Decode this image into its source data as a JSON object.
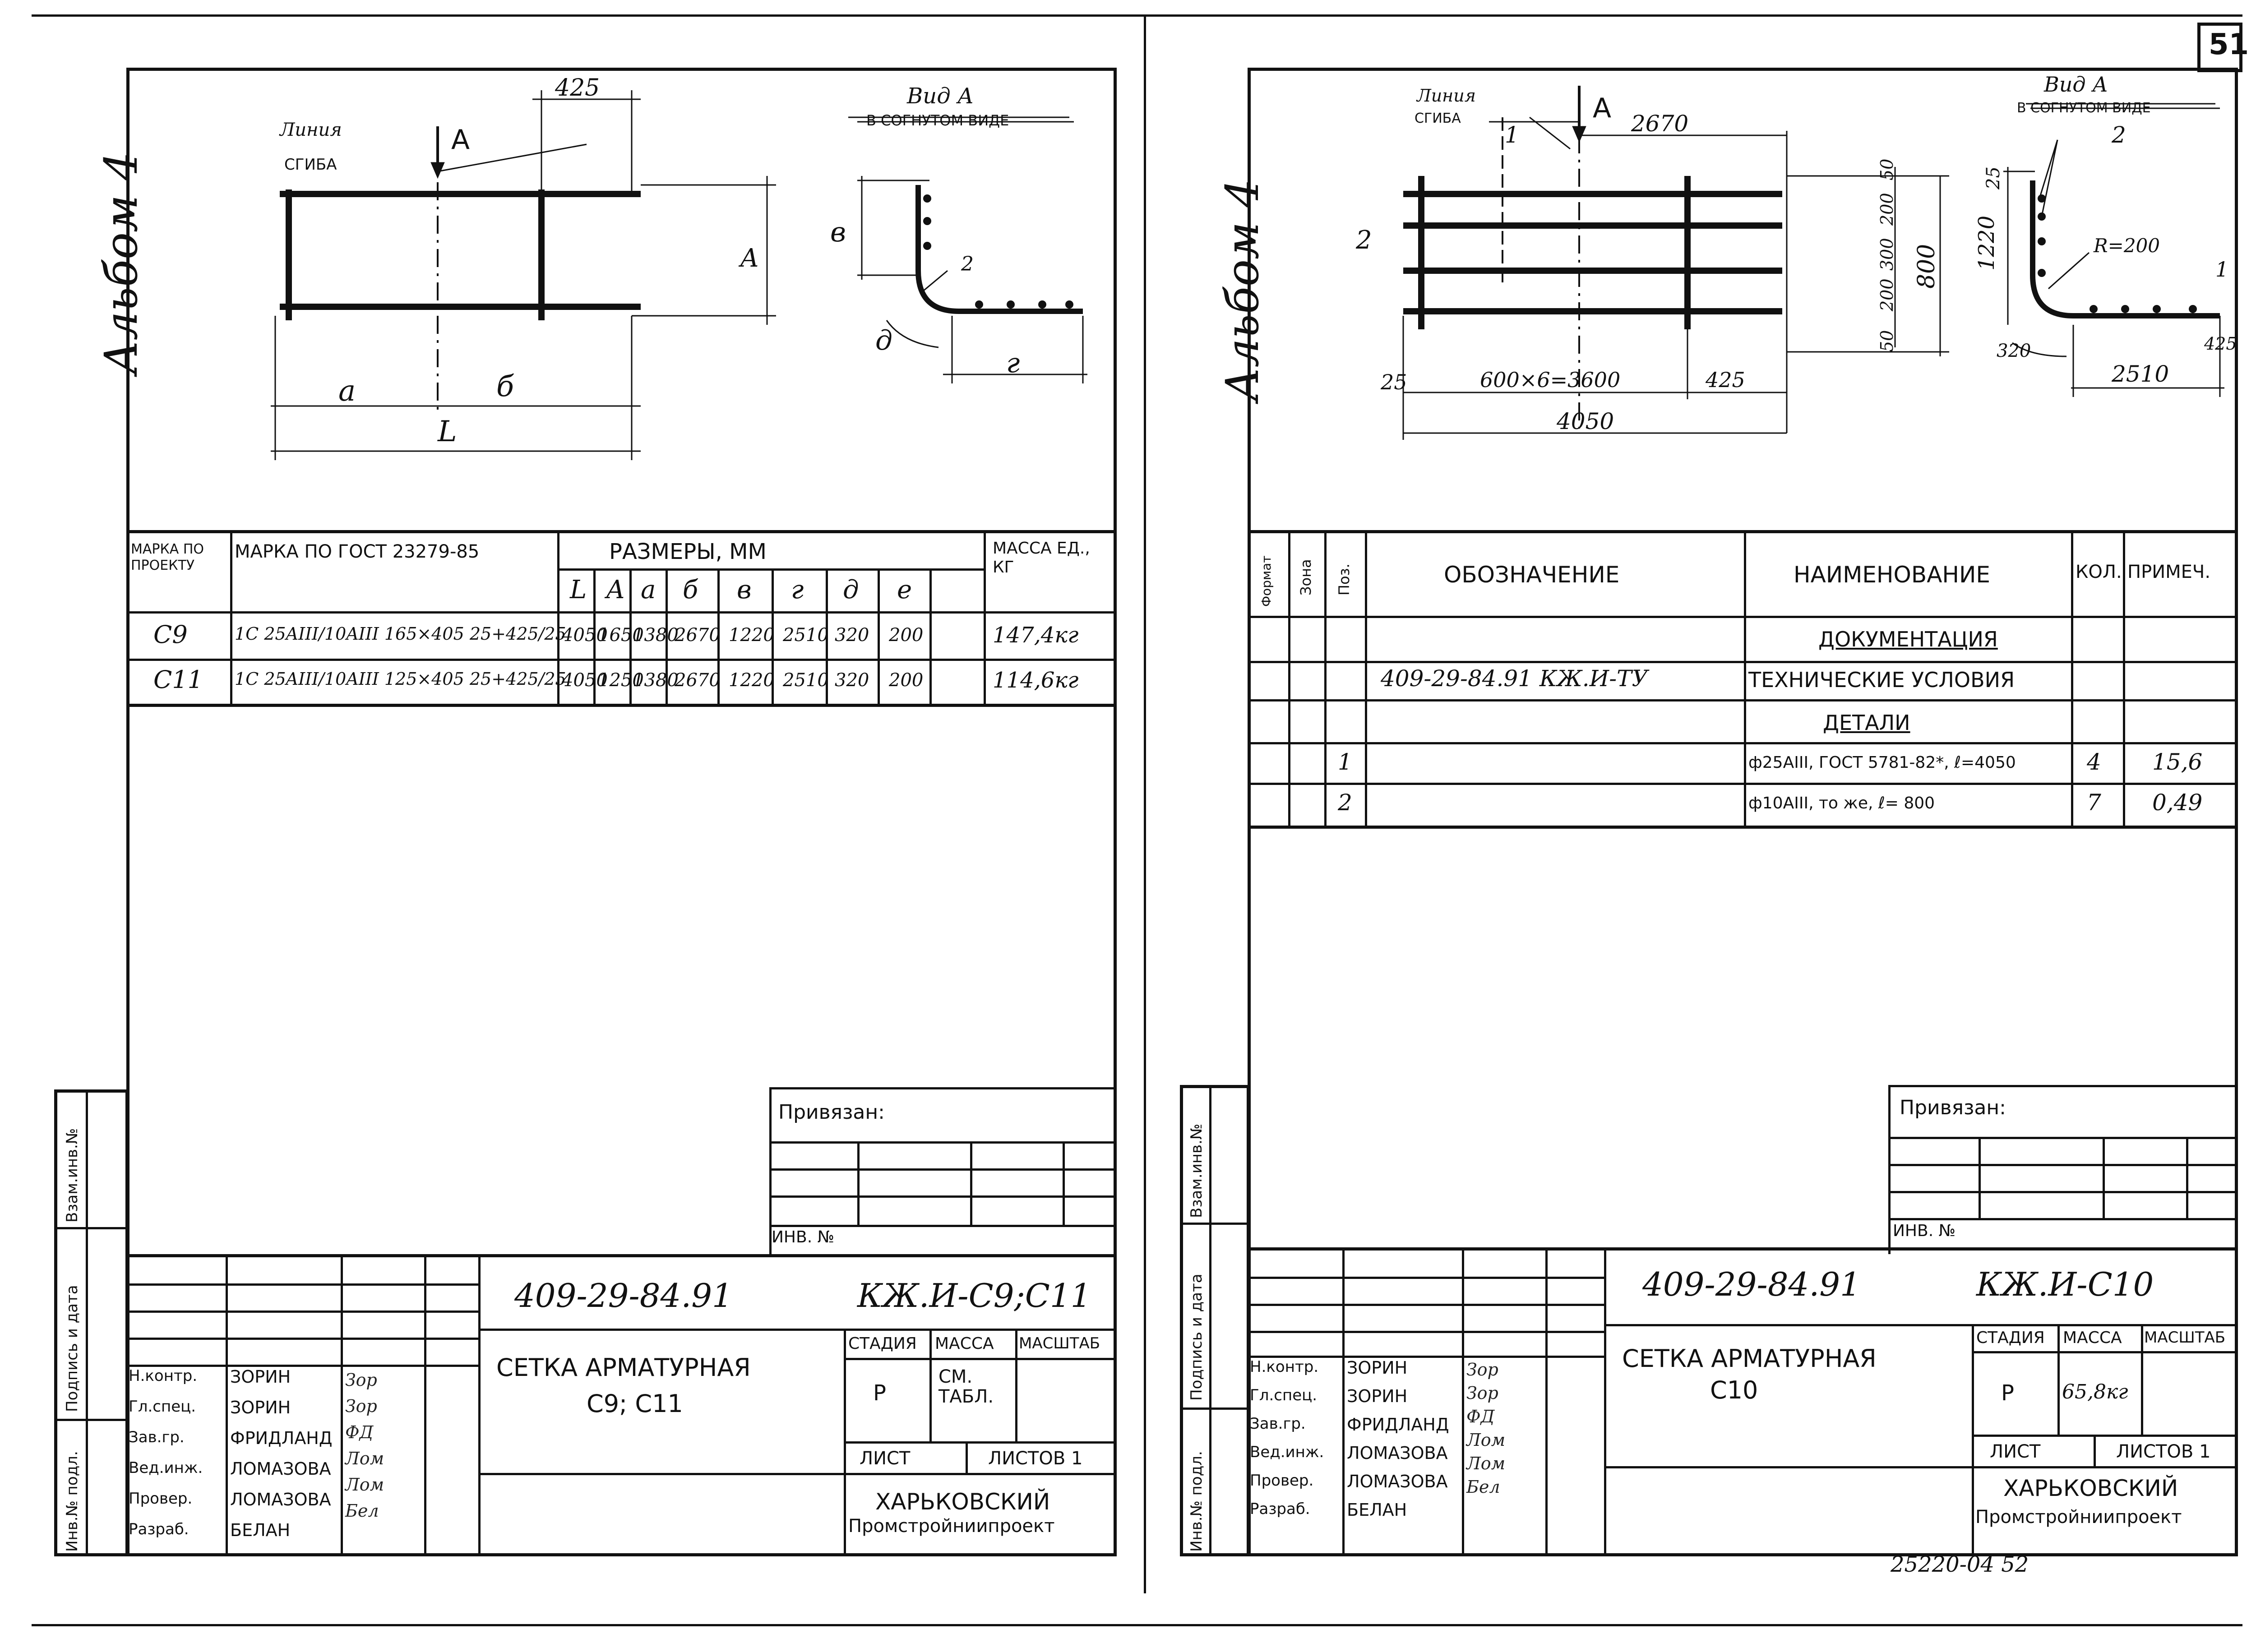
{
  "page_number": "51",
  "bottom_note": "25220-04   52",
  "left": {
    "album": "Альбом 4",
    "view_title": "Вид А",
    "view_subtitle": "в согнутом виде",
    "bend_line": "Линия",
    "bend_line2": "сгиба",
    "arrow_label": "А",
    "dims": {
      "top": "425",
      "a": "а",
      "b": "б",
      "L": "L",
      "A": "А",
      "v": "в",
      "g": "г",
      "d": "д",
      "e": "2"
    },
    "table": {
      "h_mark_proj": "Марка по проекту",
      "h_mark_gost": "Марка по ГОСТ 23279-85",
      "h_sizes": "Размеры, мм",
      "h_mass": "Масса ед., кг",
      "size_cols": [
        "L",
        "А",
        "а",
        "б",
        "в",
        "г",
        "д",
        "е"
      ],
      "rows": [
        {
          "mark": "С9",
          "gost": "1С 25AIII/10AIII 165×405 25+425/25",
          "sizes": [
            "4050",
            "1650",
            "1380",
            "2670",
            "1220",
            "2510",
            "320",
            "200"
          ],
          "mass": "147,4кг"
        },
        {
          "mark": "С11",
          "gost": "1С 25AIII/10AIII 125×405 25+425/25",
          "sizes": [
            "4050",
            "1250",
            "1380",
            "2670",
            "1220",
            "2510",
            "320",
            "200"
          ],
          "mass": "114,6кг"
        }
      ]
    },
    "privyazan": "Привязан:",
    "inv_no": "Инв. №",
    "code": "409-29-84.91",
    "sheet_code": "КЖ.И-С9;С11",
    "title1": "Сетка арматурная",
    "title2": "С9; С11",
    "stage_h": "Стадия",
    "mass_h": "Масса",
    "scale_h": "Масштаб",
    "stage_v": "Р",
    "mass_v": "см. табл.",
    "list": "Лист",
    "lists": "Листов 1",
    "org1": "Харьковский",
    "org2": "Промстройниипроект",
    "people": [
      {
        "role": "Н.контр.",
        "name": "Зорин"
      },
      {
        "role": "Гл.спец.",
        "name": "Зорин"
      },
      {
        "role": "Зав.гр.",
        "name": "Фридланд"
      },
      {
        "role": "Вед.инж.",
        "name": "Ломазова"
      },
      {
        "role": "Провер.",
        "name": "Ломазова"
      },
      {
        "role": "Разраб.",
        "name": "Белан"
      }
    ],
    "side": [
      "Взам.инв.№",
      "Подпись и дата",
      "Инв.№ подл."
    ]
  },
  "right": {
    "album": "Альбом 4",
    "view_title": "Вид А",
    "view_subtitle": "в согнутом виде",
    "bend_line": "Линия",
    "bend_line2": "сгиба",
    "arrow_label": "А",
    "dims": {
      "d2670": "2670",
      "d600": "600×6=3600",
      "d425": "425",
      "d4050": "4050",
      "d25": "25",
      "d800": "800",
      "d50a": "50",
      "d200a": "200",
      "d300": "300",
      "d200b": "200",
      "d50b": "50",
      "d1220": "1220",
      "d25b": "25",
      "R": "R=200",
      "d320": "320",
      "d2510": "2510",
      "d425b": "425",
      "p1": "1",
      "p2": "2"
    },
    "spec": {
      "headers": [
        "Формат",
        "Зона",
        "Поз.",
        "Обозначение",
        "Наименование",
        "Кол.",
        "Примеч."
      ],
      "sec_docs": "Документация",
      "doc_code": "409-29-84.91 КЖ.И-ТУ",
      "doc_name": "Технические условия",
      "sec_parts": "Детали",
      "rows": [
        {
          "pos": "1",
          "name": "ф25AIII, ГОСТ 5781-82*, ℓ=4050",
          "qty": "4",
          "note": "15,6"
        },
        {
          "pos": "2",
          "name": "ф10AIII, то же, ℓ= 800",
          "qty": "7",
          "note": "0,49"
        }
      ]
    },
    "privyazan": "Привязан:",
    "inv_no": "Инв. №",
    "code": "409-29-84.91",
    "sheet_code": "КЖ.И-С10",
    "title1": "Сетка арматурная",
    "title2": "С10",
    "stage_h": "Стадия",
    "mass_h": "Масса",
    "scale_h": "Масштаб",
    "stage_v": "Р",
    "mass_v": "65,8кг",
    "list": "Лист",
    "lists": "Листов 1",
    "org1": "Харьковский",
    "org2": "Промстройниипроект",
    "people": [
      {
        "role": "Н.контр.",
        "name": "Зорин"
      },
      {
        "role": "Гл.спец.",
        "name": "Зорин"
      },
      {
        "role": "Зав.гр.",
        "name": "Фридланд"
      },
      {
        "role": "Вед.инж.",
        "name": "Ломазова"
      },
      {
        "role": "Провер.",
        "name": "Ломазова"
      },
      {
        "role": "Разраб.",
        "name": "Белан"
      }
    ],
    "side": [
      "Взам.инв.№",
      "Подпись и дата",
      "Инв.№ подл."
    ]
  }
}
